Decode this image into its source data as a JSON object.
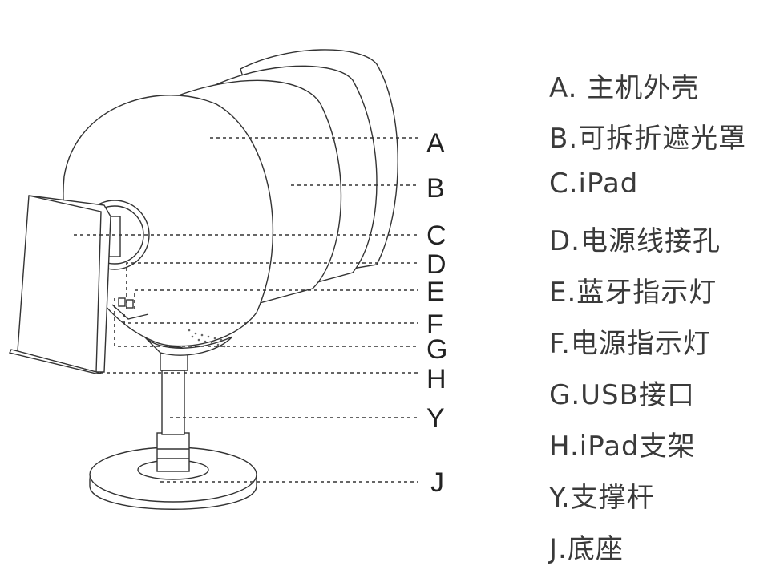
{
  "callouts": [
    {
      "letter": "A"
    },
    {
      "letter": "B"
    },
    {
      "letter": "C"
    },
    {
      "letter": "D"
    },
    {
      "letter": "E"
    },
    {
      "letter": "F"
    },
    {
      "letter": "G"
    },
    {
      "letter": "H"
    },
    {
      "letter": "Y"
    },
    {
      "letter": "J"
    }
  ],
  "legend": [
    {
      "text": "A. 主机外壳"
    },
    {
      "text": "B.可拆折遮光罩"
    },
    {
      "text": "C.iPad"
    },
    {
      "text": "D.电源线接孔"
    },
    {
      "text": "E.蓝牙指示灯"
    },
    {
      "text": "F.电源指示灯"
    },
    {
      "text": "G.USB接口"
    },
    {
      "text": "H.iPad支架"
    },
    {
      "text": "Y.支撑杆"
    },
    {
      "text": "J.底座"
    }
  ],
  "colors": {
    "line": "#333333",
    "text": "#3a3a3a"
  }
}
